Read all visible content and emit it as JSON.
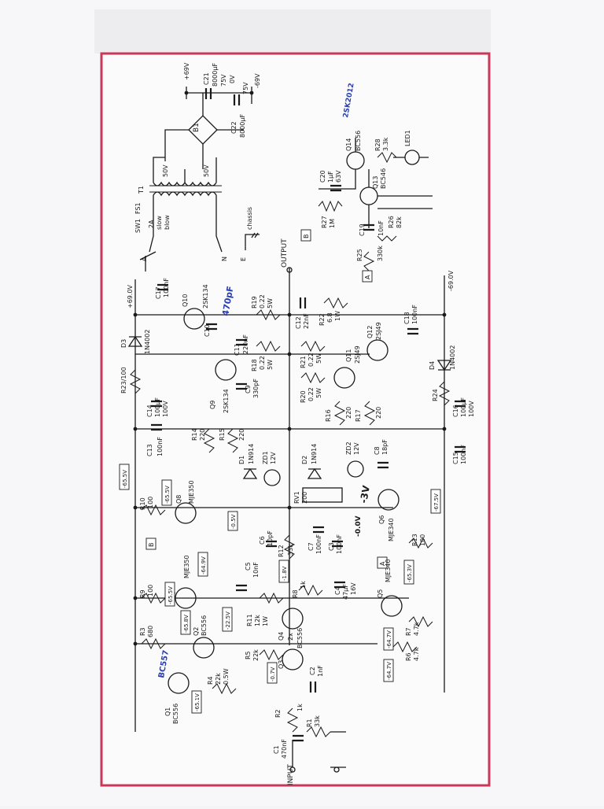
{
  "colors": {
    "frame": "#c8385a",
    "ink": "#1a1a1a",
    "annotation_blue": "#2a3fb0",
    "annotation_red": "#c0203a",
    "paper": "#f4f4f6"
  },
  "supply": {
    "pos_rail": "+69.0V",
    "neg_rail": "-69.0V",
    "v_plus": "+69V",
    "v_zero": "0V",
    "v_minus": "-69V",
    "c21": [
      "C21",
      "8000μF",
      "75V"
    ],
    "c22": [
      "C22",
      "8000μF",
      "75V"
    ],
    "v75": "75V",
    "bridge": "B1",
    "t1": "T1",
    "sec1": "50V",
    "sec2": "50V",
    "sw1": "SW1",
    "fs1": "FS1",
    "fuse": [
      "2A",
      "slow",
      "blow"
    ],
    "a": "A",
    "n": "N",
    "e": "E",
    "chassis": "chassis"
  },
  "protect": {
    "q14": [
      "Q14",
      "BC556"
    ],
    "q13": [
      "Q13",
      "BC546"
    ],
    "r28": [
      "R28",
      "3.3k"
    ],
    "led1": "LED1",
    "c20": [
      "C20",
      "1μF",
      "63V"
    ],
    "r27": [
      "R27",
      "1M"
    ],
    "c19": [
      "C19",
      "10nF"
    ],
    "r26": [
      "R26",
      "82k"
    ],
    "r25": [
      "R25",
      "330k"
    ],
    "b": "B",
    "a": "A",
    "handnote": "2SK2012"
  },
  "output": {
    "label": "OUTPUT",
    "c17": [
      "C17",
      "100nF"
    ],
    "q10": [
      "Q10",
      "2SK134"
    ],
    "c10": [
      "C10",
      "470pF"
    ],
    "c11": [
      "C11",
      "220nF"
    ],
    "r19": [
      "R19",
      "0.22",
      "5W"
    ],
    "r18": [
      "R18",
      "0.22",
      "5W"
    ],
    "c12": [
      "C12",
      "22nF"
    ],
    "r22": [
      "R22",
      "6.8",
      "1W"
    ],
    "d3": [
      "D3",
      "1N4002"
    ],
    "r21": [
      "R21",
      "0.22",
      "5W"
    ],
    "r20": [
      "R20",
      "0.22",
      "5W"
    ],
    "q11": [
      "Q11",
      "2SJ49"
    ],
    "q12": [
      "Q12",
      "2SJ49"
    ],
    "c18": [
      "C18",
      "100nF"
    ],
    "q9": [
      "Q9",
      "2SK134"
    ],
    "c9": [
      "C9",
      "330pF"
    ],
    "r23": "R23/100",
    "c14": [
      "C14",
      "100μF",
      "100V"
    ],
    "c13": [
      "C13",
      "100nF"
    ],
    "r14": [
      "R14",
      "220"
    ],
    "r15": [
      "R15",
      "220"
    ],
    "r16": [
      "R16",
      "220"
    ],
    "r17": [
      "R17",
      "220"
    ],
    "d4": [
      "D4",
      "1N4002"
    ],
    "r24": "R24",
    "c16": [
      "C16",
      "100μF",
      "100V"
    ],
    "c15": [
      "C15",
      "100nF"
    ]
  },
  "driver": {
    "d1": [
      "D1",
      "1N914"
    ],
    "zd1": [
      "ZD1",
      "12V"
    ],
    "d2": [
      "D2",
      "1N914"
    ],
    "zd2": [
      "ZD2",
      "12V"
    ],
    "c8": [
      "C8",
      "18pF"
    ],
    "rv1": [
      "RV1",
      "200"
    ],
    "c6": [
      "C6",
      "10pF"
    ],
    "r12": [
      "R12",
      "33k"
    ],
    "c7": [
      "C7",
      "100nF"
    ],
    "c3": [
      "C3",
      "100nF"
    ],
    "q6": [
      "Q6",
      "MJE340"
    ],
    "r13": [
      "R13",
      "100"
    ],
    "v_neg67": "-67.5V",
    "v_neg05": "-0.5V",
    "hand_ma": "-3V",
    "hand_mv": "-0.0V"
  },
  "input": {
    "v65": "-65.5V",
    "r10": [
      "R10",
      "100"
    ],
    "q8": [
      "Q8",
      "MJE350"
    ],
    "v65b": "-65.5V",
    "b": "B",
    "q7": [
      "Q7",
      "MJE350"
    ],
    "v649": "-64.9V",
    "c5": [
      "C5",
      "10nF"
    ],
    "v18": "-1.8V",
    "r8": [
      "R8",
      "1k"
    ],
    "c4": [
      "C4",
      "47μF",
      "16V"
    ],
    "a": "A",
    "v653": "-65.3V",
    "q5": [
      "Q5",
      "MJE340"
    ],
    "r9": [
      "R9",
      "100"
    ],
    "v655": "-65.5V",
    "r3": [
      "R3",
      "680"
    ],
    "v658": "-65.8V",
    "q2": [
      "Q2",
      "BC556"
    ],
    "v225": "-22.5V",
    "r11": [
      "R11",
      "12k",
      "1W"
    ],
    "r7": [
      "R7",
      "4.7k"
    ],
    "r6": [
      "R6",
      "4.7k"
    ],
    "v647a": "-64.7V",
    "v647b": "-64.7V",
    "r5": [
      "R5",
      "22k"
    ],
    "q3q4": [
      "Q3",
      "Q4",
      "2x",
      "BC556"
    ],
    "r4": [
      "R4",
      "22k",
      "0.5W"
    ],
    "v07": "-0.7V",
    "q1": [
      "Q1",
      "BC556"
    ],
    "v651": "-65.1V",
    "c2": [
      "C2",
      "1nF"
    ],
    "r2": [
      "R2",
      "1k"
    ],
    "r1": [
      "R1",
      "33k"
    ],
    "c1": [
      "C1",
      "470nF"
    ],
    "input_label": "INPUT",
    "handnote": "BC557"
  }
}
